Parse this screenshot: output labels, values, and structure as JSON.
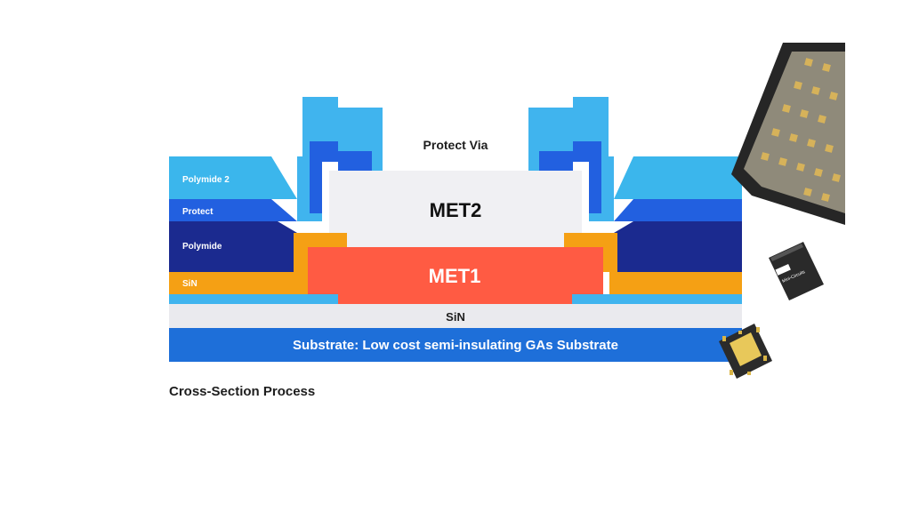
{
  "diagram": {
    "layers": {
      "substrate": "Substrate: Low cost semi-insulating GAs Substrate",
      "sin_base": "SiN",
      "sin": "SiN",
      "polymide": "Polymide",
      "protect": "Protect",
      "polymide2": "Polymide 2",
      "met1": "MET1",
      "met2": "MET2",
      "protect_via": "Protect Via"
    },
    "colors": {
      "substrate": "#1e6fd9",
      "sin_base": "#eaeaee",
      "sin": "#f5a014",
      "polymide": "#1b2a8f",
      "protect": "#2260e0",
      "polymide2": "#3bb6ec",
      "met1": "#ff5b43",
      "met2": "#f0f0f3",
      "accent_light": "#40b4ee"
    }
  },
  "caption": "Cross-Section Process",
  "products": {
    "small_chip_logo": "Mini-Circuits"
  }
}
